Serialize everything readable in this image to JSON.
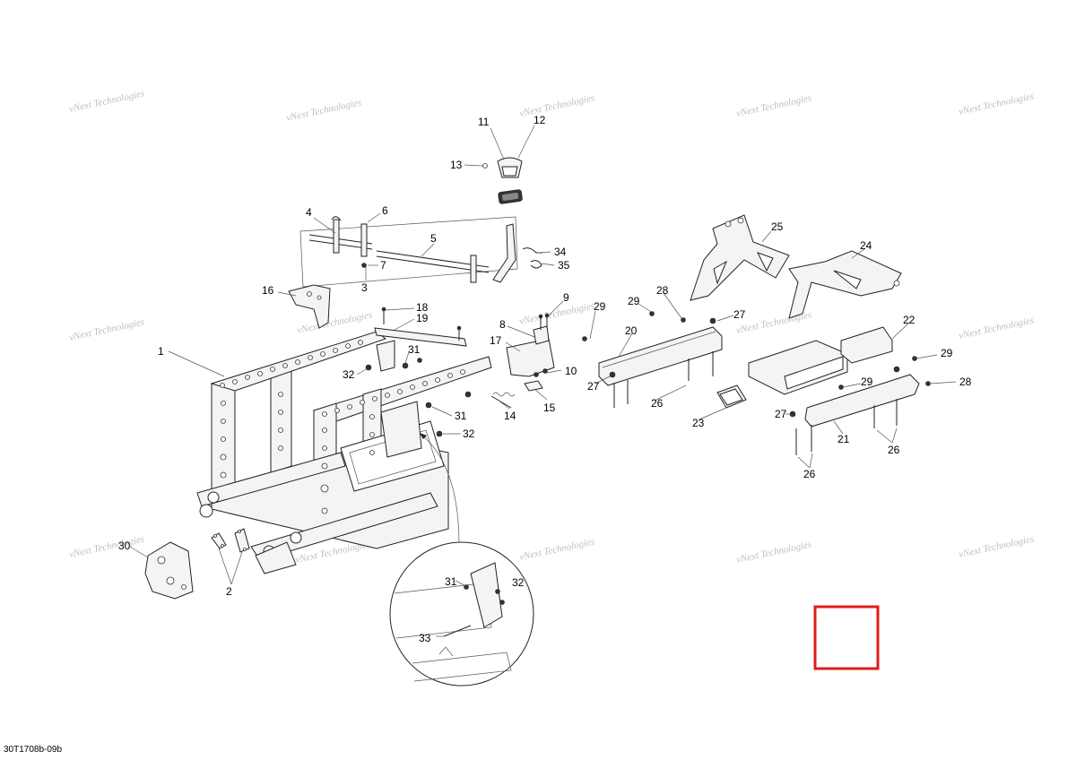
{
  "figure_id": "30T1708b-09b",
  "watermark": {
    "line1": "vNext Technologies",
    "line2": "Technologies"
  },
  "callouts": [
    "1",
    "2",
    "3",
    "4",
    "5",
    "6",
    "7",
    "8",
    "9",
    "10",
    "11",
    "12",
    "13",
    "14",
    "15",
    "16",
    "17",
    "18",
    "19",
    "20",
    "21",
    "22",
    "23",
    "24",
    "25",
    "26",
    "27",
    "28",
    "29",
    "30",
    "31",
    "32",
    "33",
    "34",
    "35"
  ],
  "colors": {
    "highlight_box": "#e01b1b",
    "line": "#222222",
    "watermark": "#bfbfbf"
  }
}
